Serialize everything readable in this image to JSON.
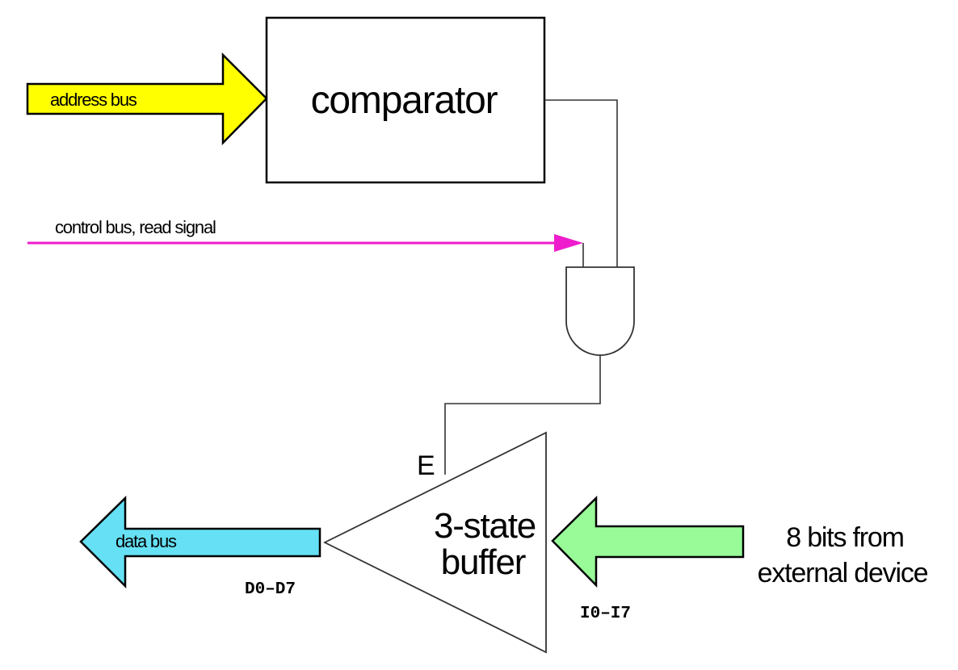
{
  "diagram": {
    "comparator": {
      "label": "comparator"
    },
    "address_bus": {
      "label": "address bus",
      "color": "#ffff00"
    },
    "control_bus": {
      "label": "control bus, read signal",
      "color": "#ee1ccc"
    },
    "and_gate": {
      "type": "AND"
    },
    "buffer": {
      "line1": "3-state",
      "line2": "buffer",
      "enable_label": "E"
    },
    "data_bus": {
      "label": "data bus",
      "pins": "D0–D7",
      "color": "#66e0f4"
    },
    "input_bus": {
      "pins": "I0–I7",
      "color": "#98fb98"
    },
    "external": {
      "line1": "8 bits from",
      "line2": "external device"
    }
  }
}
